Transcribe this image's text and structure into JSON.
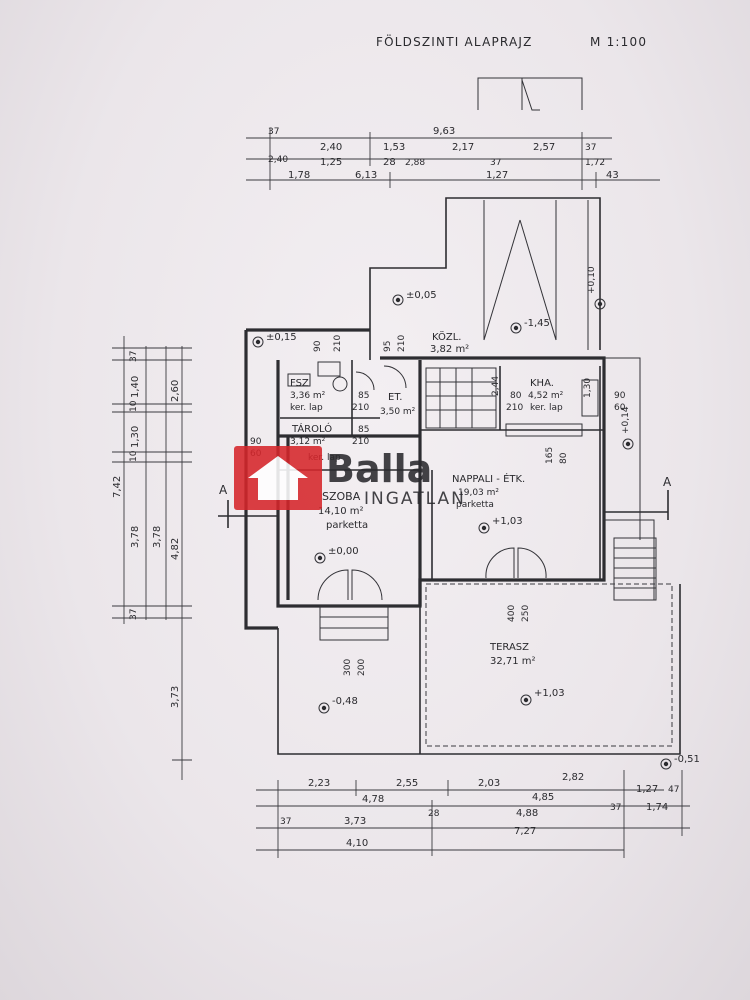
{
  "title": "FÖLDSZINTI ALAPRAJZ",
  "scale": "M 1:100",
  "watermark": {
    "brand": "Balla",
    "subtitle": "INGATLAN",
    "logo_color": "#d6262b",
    "text_color": "#3b4fb5"
  },
  "rooms": [
    {
      "name": "KÖZL.",
      "area": "3,82 m²",
      "floor": ""
    },
    {
      "name": "FSZ",
      "area": "3,36 m²",
      "floor": "ker. lap"
    },
    {
      "name": "ET.",
      "area": "3,50 m²",
      "floor": ""
    },
    {
      "name": "KHA.",
      "area": "4,52 m²",
      "floor": "ker. lap"
    },
    {
      "name": "TÁROLÓ",
      "area": "3,12 m²",
      "floor": "ker. lap"
    },
    {
      "name": "NAPPALI - ÉTK.",
      "area": "19,03 m²",
      "floor": "parketta"
    },
    {
      "name": "SZOBA",
      "area": "14,10 m²",
      "floor": "parketta"
    },
    {
      "name": "TERASZ",
      "area": "32,71 m²",
      "floor": ""
    }
  ],
  "levels": [
    "±0,05",
    "-1,45",
    "±0,15",
    "+0,10",
    "+0,14",
    "+1,03",
    "±0,00",
    "-0,48",
    "+1,03",
    "-0,51"
  ],
  "dims_top": [
    "37",
    "2,40",
    "1,53",
    "9,63",
    "2,17",
    "2,57",
    "37",
    "2,40",
    "1,25",
    "28",
    "2,88",
    "37",
    "1,72",
    "1,78",
    "6,13",
    "1,27",
    "43"
  ],
  "dims_left": [
    "37",
    "1,40",
    "10",
    "1,30",
    "10",
    "3,78",
    "2,60",
    "7,42",
    "3,78",
    "4,82",
    "37",
    "3,73"
  ],
  "dims_bottom": [
    "2,23",
    "2,55",
    "2,03",
    "2,82",
    "4,78",
    "4,85",
    "1,27",
    "47",
    "37",
    "3,73",
    "28",
    "4,88",
    "37",
    "1,74",
    "4,10",
    "7,27"
  ],
  "openings": [
    "90",
    "210",
    "95",
    "210",
    "85",
    "210",
    "85",
    "210",
    "80",
    "210",
    "90",
    "60",
    "165",
    "80",
    "400",
    "250",
    "300",
    "200",
    "90",
    "60",
    "2,44",
    "1,30"
  ],
  "section_marks": [
    "A",
    "A"
  ]
}
